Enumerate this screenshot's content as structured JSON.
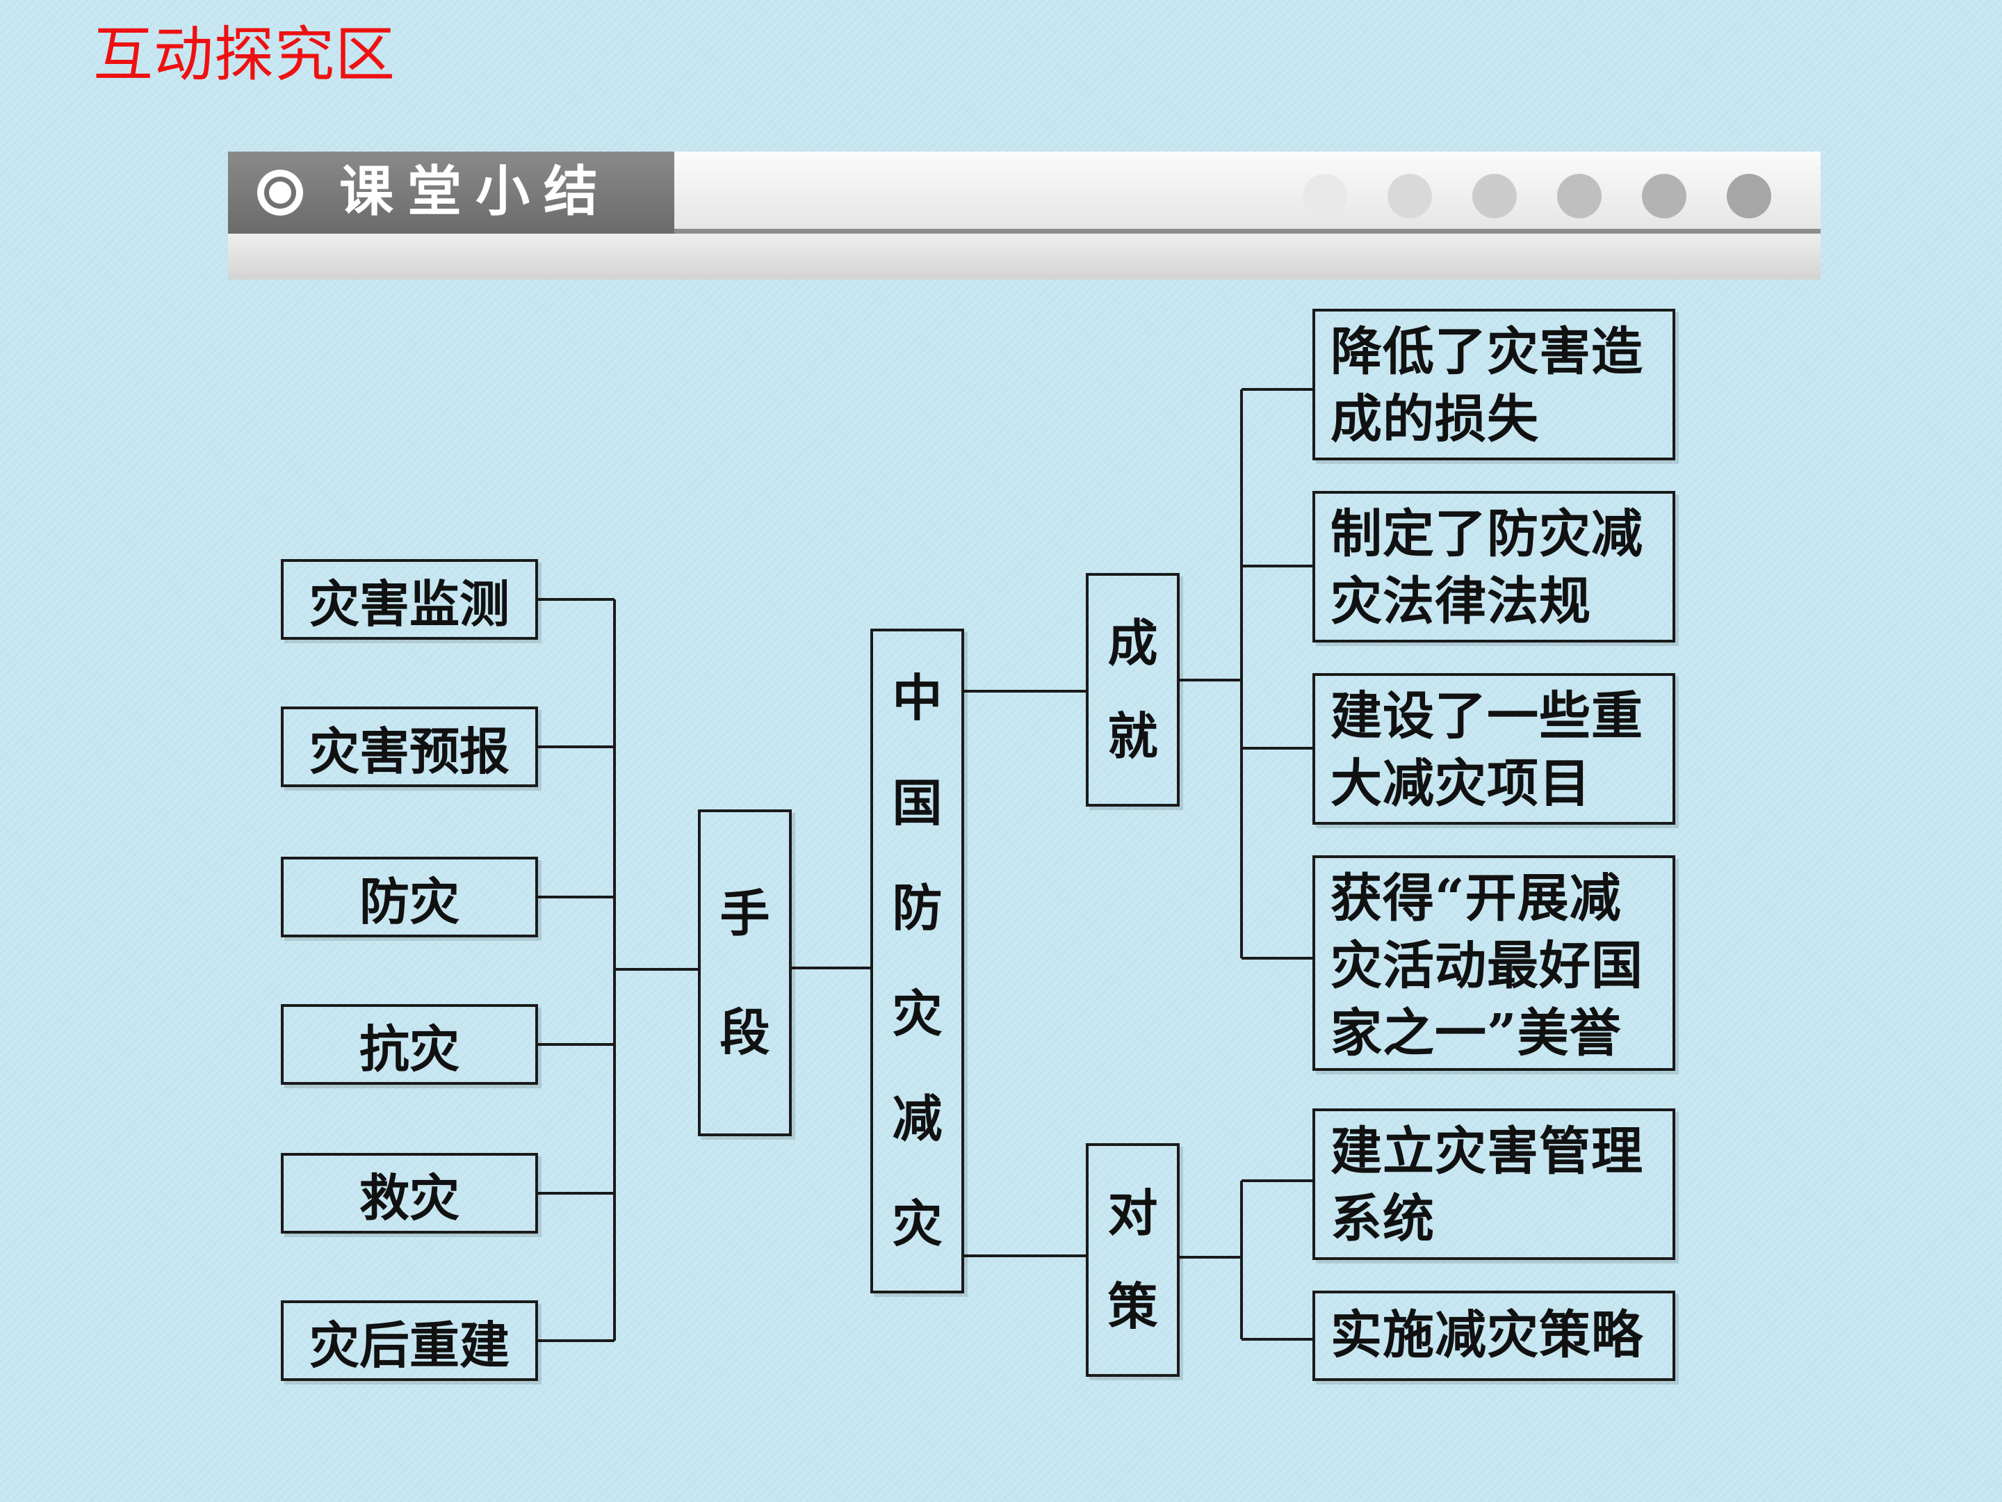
{
  "section_title": "互动探究区",
  "banner": {
    "title": "课堂小结",
    "dot_colors": [
      "#e9e9e9",
      "#d9d9d9",
      "#cccccc",
      "#bfbfbf",
      "#b3b3b3",
      "#a6a6a6"
    ]
  },
  "diagram": {
    "root": [
      "中",
      "国",
      "防",
      "灾",
      "减",
      "灾"
    ],
    "means": {
      "label": [
        "手",
        "段"
      ],
      "items": [
        "灾害监测",
        "灾害预报",
        "防灾",
        "抗灾",
        "救灾",
        "灾后重建"
      ]
    },
    "achievements": {
      "label": [
        "成",
        "就"
      ],
      "items": [
        [
          "降低了灾害造",
          "成的损失"
        ],
        [
          "制定了防灾减",
          "灾法律法规"
        ],
        [
          "建设了一些重",
          "大减灾项目"
        ],
        [
          "获得“开展减",
          "灾活动最好国",
          "家之一”美誉"
        ]
      ]
    },
    "countermeasures": {
      "label": [
        "对",
        "策"
      ],
      "items": [
        [
          "建立灾害管理",
          "系统"
        ],
        [
          "实施减灾策略"
        ]
      ]
    }
  }
}
